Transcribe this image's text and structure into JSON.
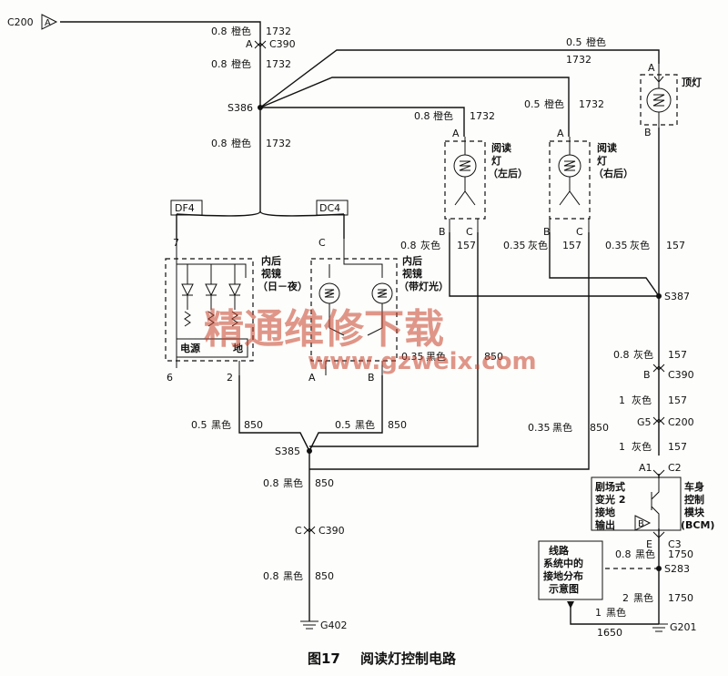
{
  "connectors": {
    "c200_top": "C200",
    "c200_top_pin": "A",
    "c390_top": "C390",
    "c390_top_pin": "A",
    "s386": "S386",
    "df4": "DF4",
    "dc4": "DC4",
    "s385": "S385",
    "c390_bottom": "C390",
    "c390_bottom_pin": "C",
    "g402": "G402",
    "s387": "S387",
    "c390_right": "C390",
    "c390_right_pin": "B",
    "c200_right": "C200",
    "c200_right_pin": "G5",
    "c2": "C2",
    "c2_pin": "A1",
    "c3": "C3",
    "c3_pin": "E",
    "s283": "S283",
    "g201": "G201"
  },
  "wires": {
    "w1_gauge": "0.8",
    "w1_color": "橙色",
    "w1_circuit": "1732",
    "w2_gauge": "0.8",
    "w2_color": "橙色",
    "w2_circuit": "1732",
    "w3_gauge": "0.8",
    "w3_color": "橙色",
    "w3_circuit": "1732",
    "w_dome_gauge": "0.5",
    "w_dome_color": "橙色",
    "w_dome_circuit": "1732",
    "w_lrl_gauge": "0.8",
    "w_lrl_color": "橙色",
    "w_lrl_circuit": "1732",
    "w_rrl_gauge": "0.5",
    "w_rrl_color": "橙色",
    "w_rrl_circuit": "1732",
    "w_lb_gauge": "0.8",
    "w_lb_color": "灰色",
    "w_lb_circuit": "157",
    "w_rb_gauge": "0.35",
    "w_rb_color": "灰色",
    "w_rb_circuit": "157",
    "w_db_gauge": "0.35",
    "w_db_color": "灰色",
    "w_db_circuit": "157",
    "w_mirror_gauge": "0.35",
    "w_mirror_color": "黑色",
    "w_mirror_circuit": "850",
    "w_df4_gauge": "0.5",
    "w_df4_color": "黑色",
    "w_df4_circuit": "850",
    "w_dc4_gauge": "0.5",
    "w_dc4_color": "黑色",
    "w_dc4_circuit": "850",
    "w_rc_gauge": "0.35",
    "w_rc_color": "黑色",
    "w_rc_circuit": "850",
    "w_s385a_gauge": "0.8",
    "w_s385a_color": "黑色",
    "w_s385a_circuit": "850",
    "w_s385b_gauge": "0.8",
    "w_s385b_color": "黑色",
    "w_s385b_circuit": "850",
    "w_s387_gauge": "0.8",
    "w_s387_color": "灰色",
    "w_s387_circuit": "157",
    "w_c390b_gauge": "1",
    "w_c390b_color": "灰色",
    "w_c390b_circuit": "157",
    "w_c200b_gauge": "1",
    "w_c200b_color": "灰色",
    "w_c200b_circuit": "157",
    "w_c3_gauge": "0.8",
    "w_c3_color": "黑色",
    "w_c3_circuit": "1750",
    "w_s283_gauge": "2",
    "w_s283_color": "黑色",
    "w_s283_circuit": "1750",
    "w_g201_gauge": "1",
    "w_g201_color": "黑色",
    "w_g201_circuit": "1650"
  },
  "components": {
    "dome_lamp": "顶灯",
    "dome_pin_a": "A",
    "dome_pin_b": "B",
    "left_reading": [
      "阅读",
      "灯",
      "（左后）"
    ],
    "right_reading": [
      "阅读",
      "灯",
      "（右后）"
    ],
    "lr_pin_a": "A",
    "lr_pin_b": "B",
    "lr_pin_c": "C",
    "rr_pin_a": "A",
    "rr_pin_b": "B",
    "rr_pin_c": "C",
    "mirror_day_night": [
      "内后",
      "视镜",
      "（日－夜）"
    ],
    "mirror_lamp": [
      "内后",
      "视镜",
      "（带灯光）"
    ],
    "power_label": "电源",
    "ground_label": "地",
    "df4_pin_7": "7",
    "df4_pin_6": "6",
    "df4_pin_2": "2",
    "dc4_pin_c": "C",
    "dc4_pin_a": "A",
    "dc4_pin_b": "B",
    "bcm_left": [
      "剧场式",
      "变光 2",
      "接地",
      "输出"
    ],
    "bcm_right": [
      "车身",
      "控制",
      "模块",
      "(BCM)"
    ],
    "ground_dist": [
      "线路",
      "系统中的",
      "接地分布",
      "示意图"
    ]
  },
  "watermark": {
    "line1": "精通维修下载",
    "line2": "www.gzweix.com"
  },
  "caption": {
    "number": "图17",
    "title": "阅读灯控制电路"
  }
}
